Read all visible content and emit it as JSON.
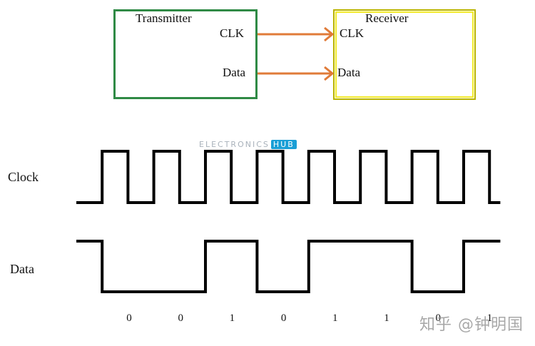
{
  "block_diagram": {
    "transmitter": {
      "title": "Transmitter",
      "ports": [
        "CLK",
        "Data"
      ],
      "border_color": "#2f8a45"
    },
    "receiver": {
      "title": "Receiver",
      "ports": [
        "CLK",
        "Data"
      ],
      "border_color": "#e8df1f"
    },
    "arrow_color": "#e07b39",
    "connections": [
      {
        "from": "Transmitter.CLK",
        "to": "Receiver.CLK"
      },
      {
        "from": "Transmitter.Data",
        "to": "Receiver.Data"
      }
    ]
  },
  "brand": {
    "text": "ELECTRONICS",
    "badge": "HUB"
  },
  "timing": {
    "clock": {
      "label": "Clock",
      "levels": [
        0,
        1,
        0,
        1,
        0,
        1,
        0,
        1,
        0,
        1,
        0,
        1,
        0,
        1,
        0,
        1,
        0
      ]
    },
    "data": {
      "label": "Data",
      "levels": [
        1,
        0,
        0,
        0,
        0,
        1,
        1,
        0,
        0,
        1,
        1,
        1,
        1,
        0,
        0,
        1,
        1
      ]
    },
    "bits": [
      "0",
      "0",
      "1",
      "0",
      "1",
      "1",
      "0",
      "1"
    ]
  },
  "watermark": "知乎 @钟明国"
}
